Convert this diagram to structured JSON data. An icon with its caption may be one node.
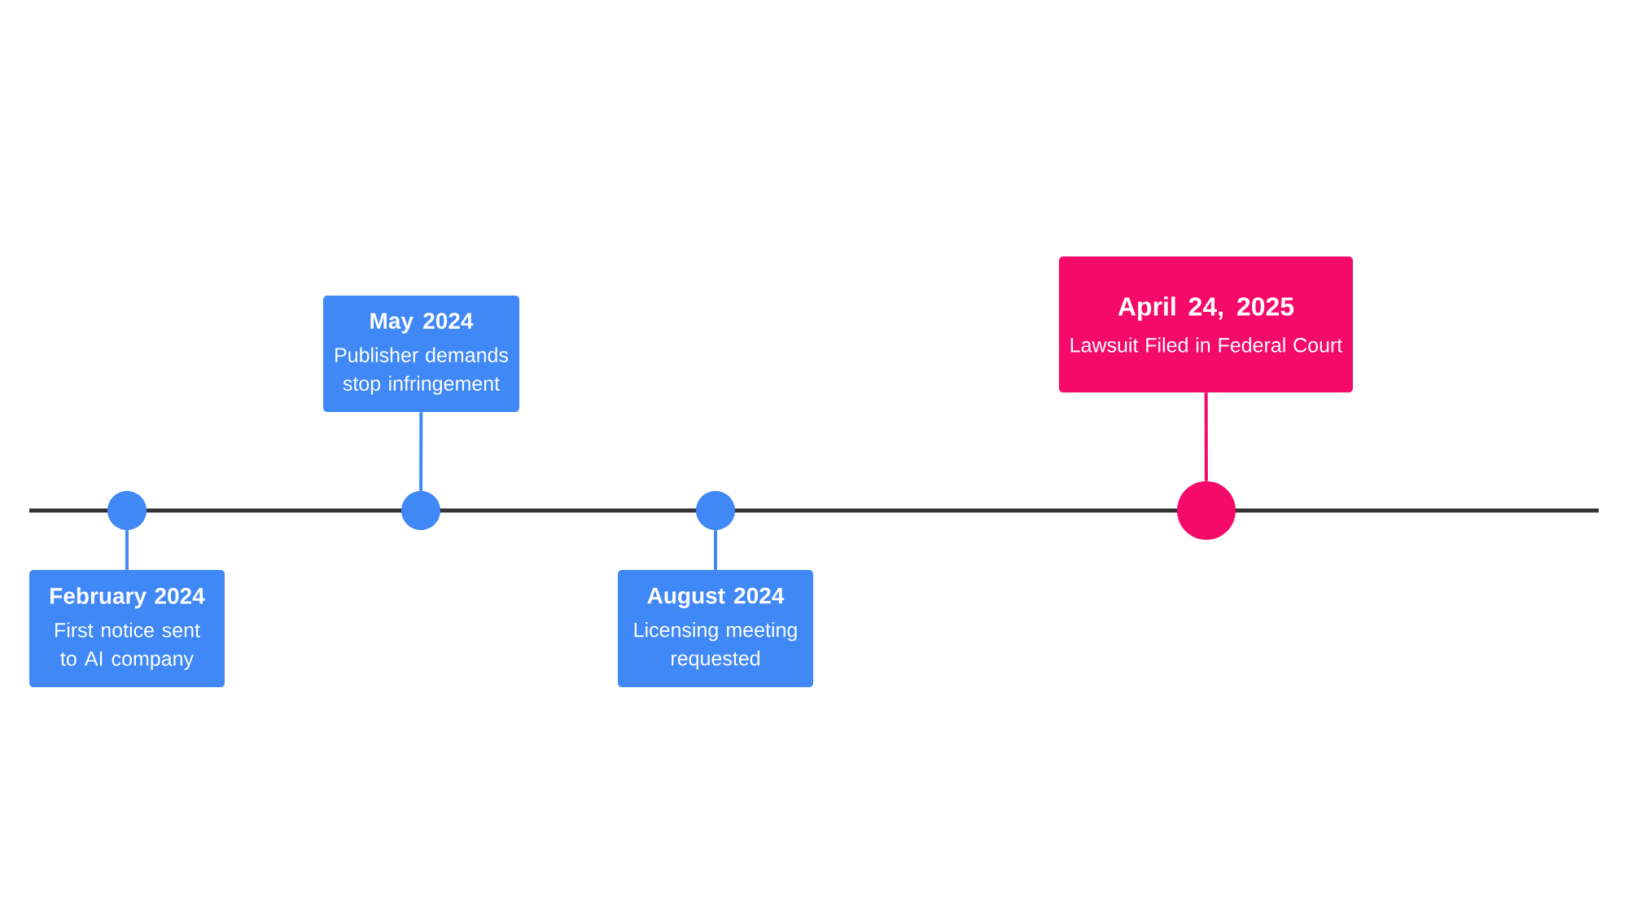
{
  "diagram": {
    "nodes": [
      {
        "text": [
          "February 2024",
          "First notice sent to AI company"
        ]
      },
      {
        "text": [
          "May 2024",
          "Publisher demands stop infringement"
        ]
      },
      {
        "text": [
          "August 2024",
          "Licensing meeting requested"
        ]
      },
      {
        "text": [
          "April 24, 2025",
          "Lawsuit Filed in Federal Court"
        ]
      },
      {
        "text": [],
        "shape": "circle"
      },
      {
        "text": [],
        "shape": "circle"
      },
      {
        "text": [],
        "shape": "circle"
      },
      {
        "text": [],
        "shape": "circle"
      }
    ],
    "edges": [
      {
        "from": 4,
        "to": 0,
        "arrow": "none"
      },
      {
        "from": 5,
        "to": 1,
        "arrow": "none"
      },
      {
        "from": 6,
        "to": 2,
        "arrow": "none"
      },
      {
        "from": 7,
        "to": 3,
        "arrow": "none",
        "color": "#f50a6a"
      }
    ]
  }
}
